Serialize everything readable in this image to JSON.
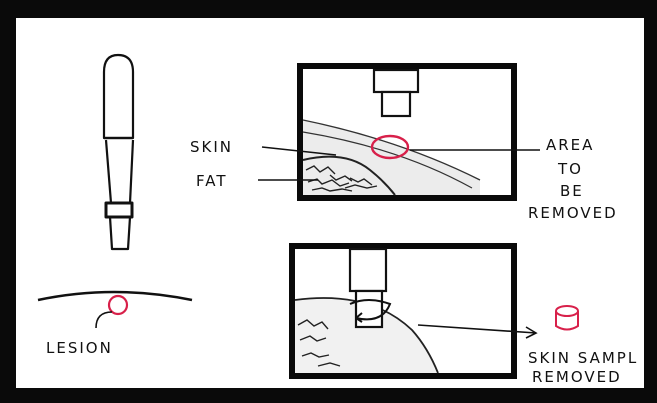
{
  "labels": {
    "skin": "SKIN",
    "fat": "FAT",
    "area_line1": "AREA",
    "area_line2": "TO",
    "area_line3": "BE",
    "area_line4": "REMOVED",
    "lesion": "LESION",
    "sample_line1": "SKIN SAMPL",
    "sample_line2": "REMOVED"
  },
  "colors": {
    "ink": "#111111",
    "lesion": "#d8204a",
    "paper": "#ffffff",
    "frame": "#0a0a0a"
  },
  "icons": {
    "rotation": "circular-arrow-icon"
  }
}
